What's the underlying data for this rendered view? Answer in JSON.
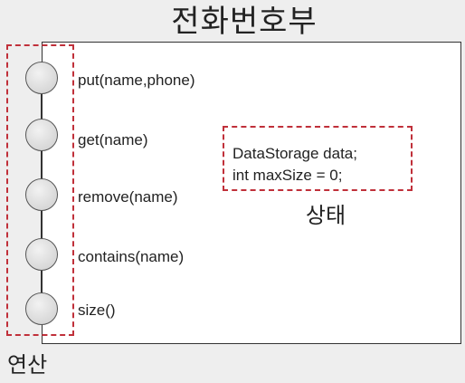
{
  "title": "전화번호부",
  "operations_label": "연산",
  "state_label": "상태",
  "operations": [
    {
      "label": "put(name,phone)"
    },
    {
      "label": "get(name)"
    },
    {
      "label": "remove(name)"
    },
    {
      "label": "contains(name)"
    },
    {
      "label": "size()"
    }
  ],
  "state_fields": [
    "DataStorage data;",
    "int maxSize = 0;"
  ],
  "colors": {
    "dashed_border": "#c0303a",
    "box_border": "#333333",
    "circle_fill": "#d8d8d8",
    "background": "#eeeeee"
  }
}
